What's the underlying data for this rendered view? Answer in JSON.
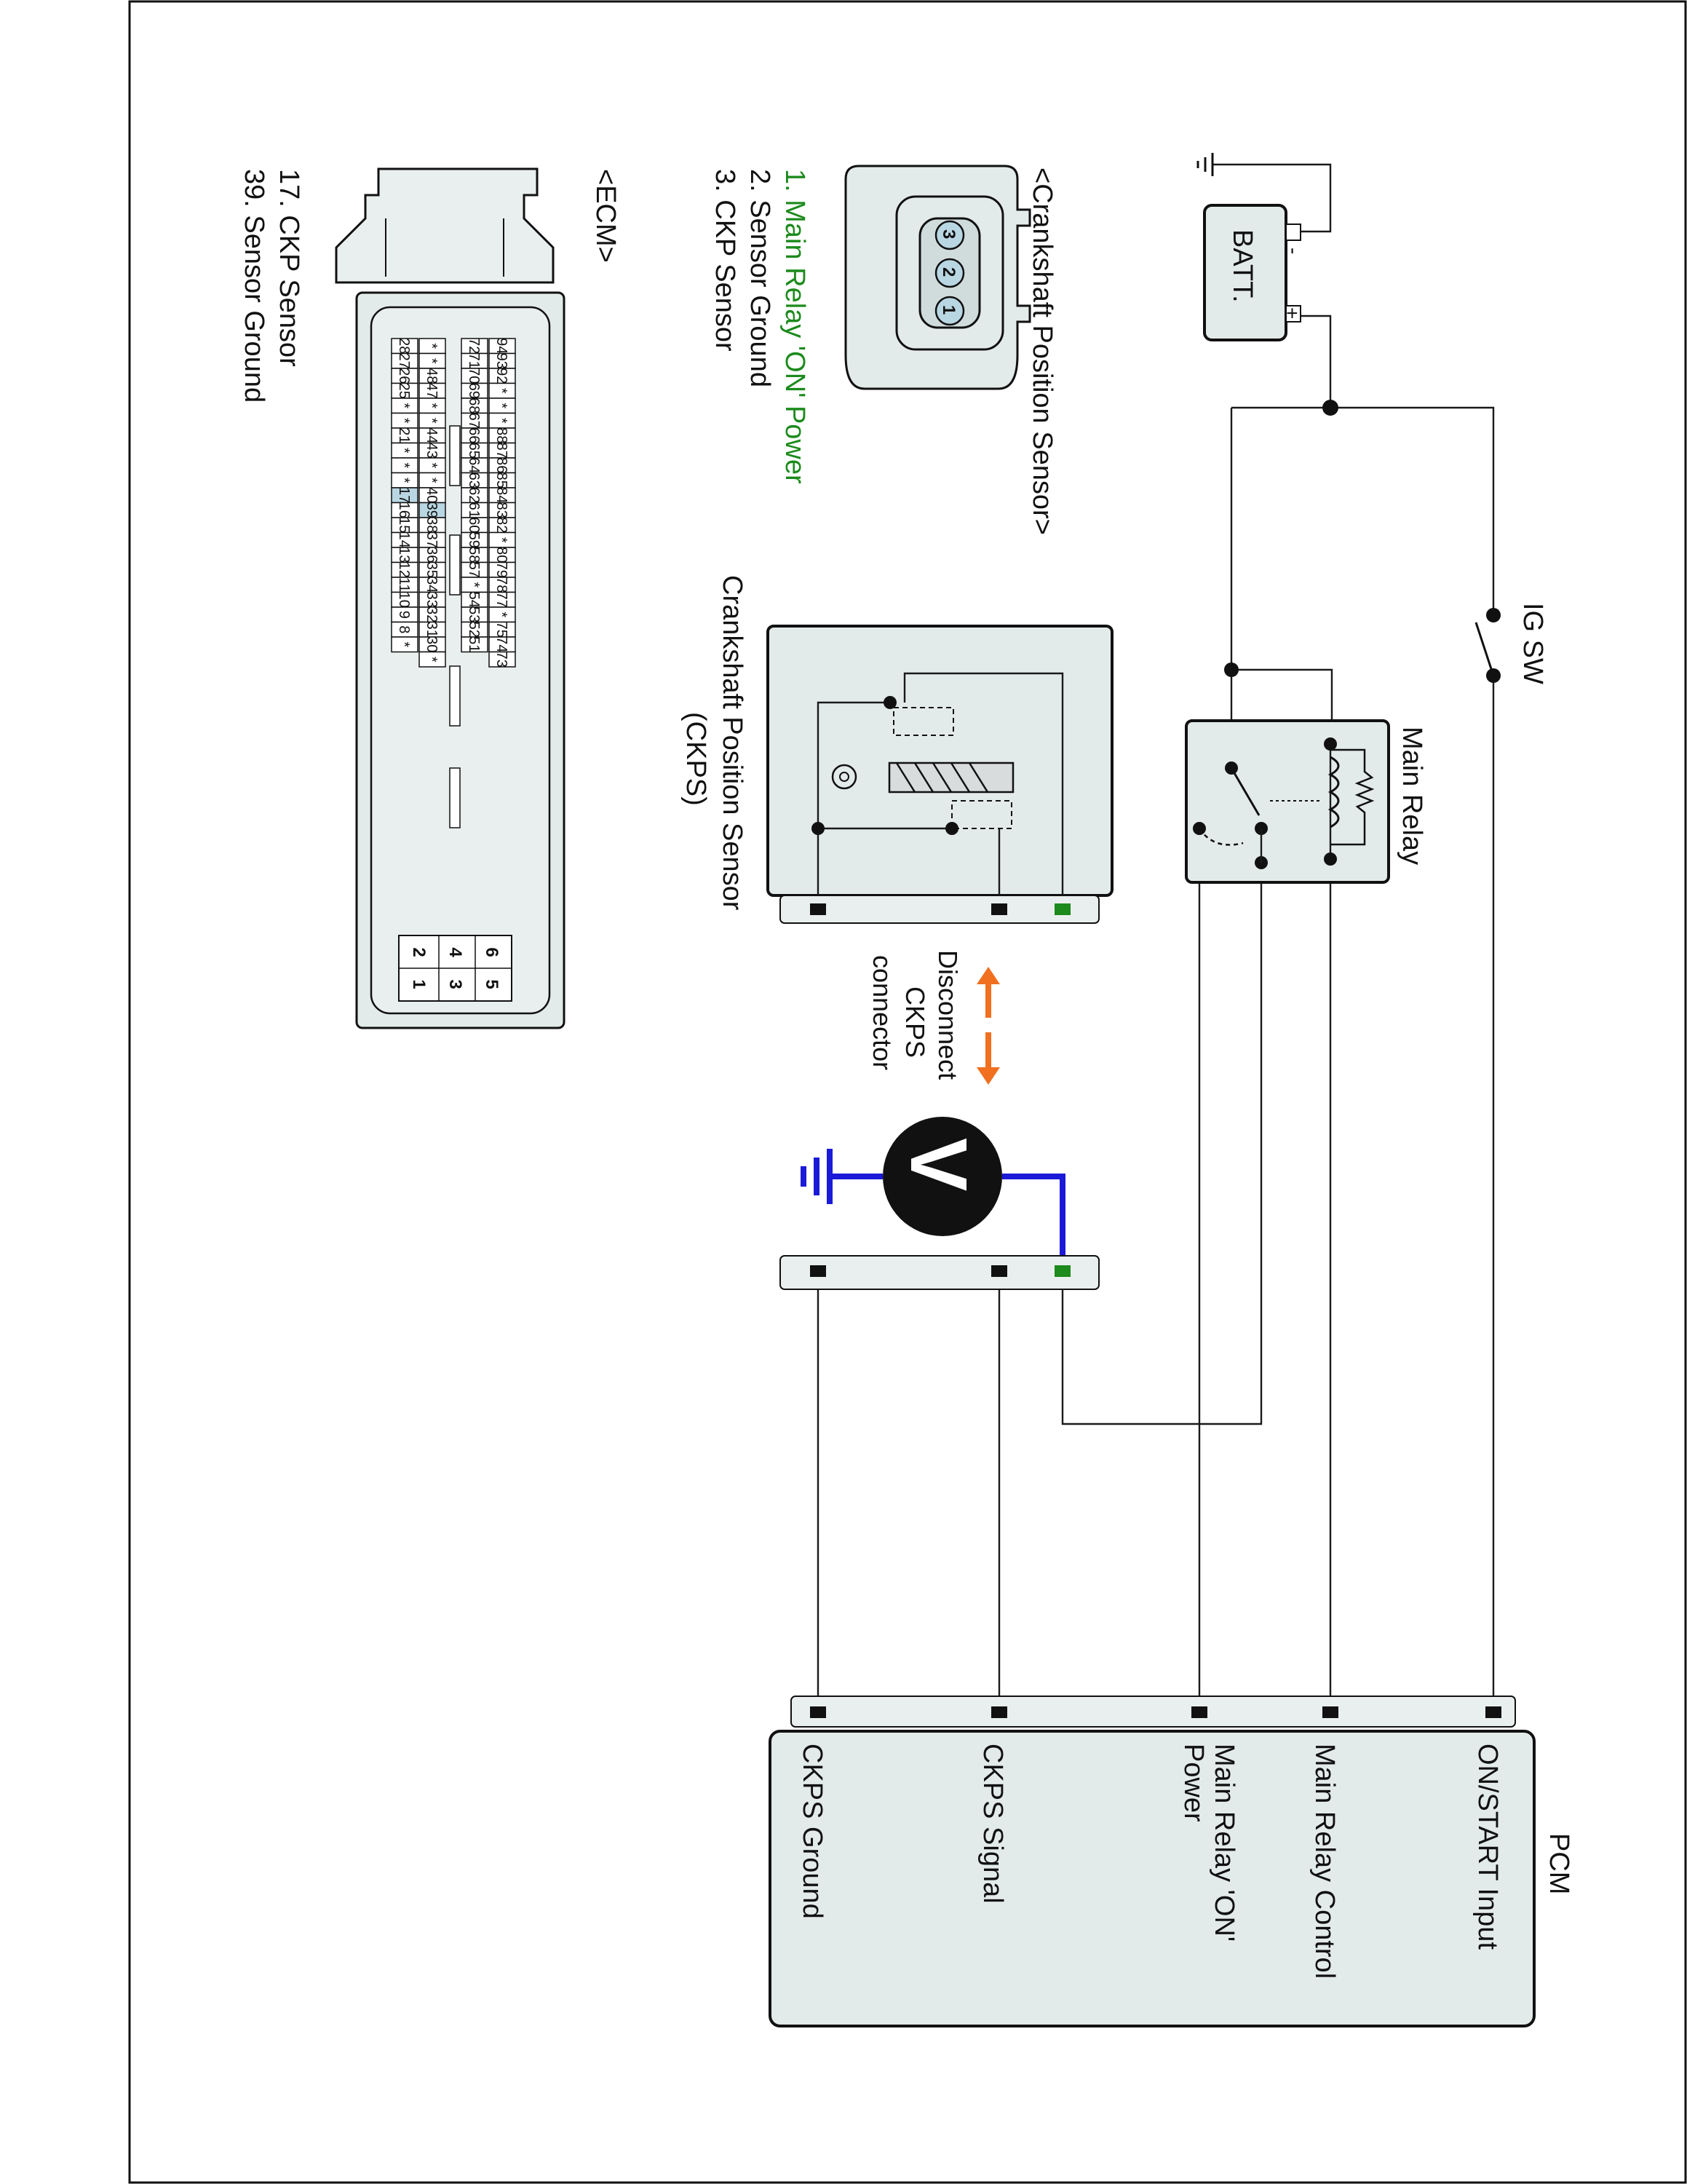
{
  "ckps_connector": {
    "title": "<Crankshaft Position Sensor>",
    "pins": [
      "3",
      "2",
      "1"
    ],
    "legend": [
      "1. Main Relay 'ON' Power",
      "2. Sensor Ground",
      "3. CKP Sensor"
    ]
  },
  "ecm_connector": {
    "title": "<ECM>",
    "legend": [
      "17. CKP Sensor",
      "39. Sensor Ground"
    ],
    "row_a": [
      "94",
      "93",
      "92",
      "*",
      "*",
      "*",
      "88",
      "87",
      "86",
      "85",
      "84",
      "83",
      "82",
      "*",
      "80",
      "79",
      "78",
      "77",
      "*",
      "75",
      "74",
      "73"
    ],
    "row_b": [
      "72",
      "71",
      "70",
      "69",
      "68",
      "67",
      "66",
      "65",
      "64",
      "63",
      "62",
      "61",
      "60",
      "59",
      "58",
      "57",
      "*",
      "54",
      "53",
      "52",
      "51"
    ],
    "row_c": [
      "*",
      "*",
      "48",
      "47",
      "*",
      "*",
      "44",
      "43",
      "*",
      "*",
      "40",
      "39",
      "38",
      "37",
      "36",
      "35",
      "34",
      "33",
      "32",
      "31",
      "30",
      "*"
    ],
    "row_d": [
      "28",
      "27",
      "26",
      "25",
      "*",
      "*",
      "21",
      "*",
      "*",
      "*",
      "17",
      "16",
      "15",
      "14",
      "13",
      "12",
      "11",
      "10",
      "9",
      "8",
      "*"
    ],
    "small_block": [
      "6",
      "5",
      "4",
      "3",
      "2",
      "1"
    ]
  },
  "battery": {
    "label": "BATT.",
    "plus": "+",
    "minus": "-"
  },
  "ig_switch": {
    "label": "IG SW"
  },
  "main_relay": {
    "label": "Main Relay"
  },
  "sensor_block": {
    "label_line1": "Crankshaft Position Sensor",
    "label_line2": "(CKPS)"
  },
  "annotation": {
    "line1": "Disconnect",
    "line2": "CKPS",
    "line3": "connector"
  },
  "voltmeter": {
    "symbol": "V"
  },
  "pcm": {
    "title": "PCM",
    "terminals": [
      "ON/START Input",
      "Main Relay Control",
      "Main Relay 'ON'",
      "Power",
      "CKPS Signal",
      "CKPS Ground"
    ]
  },
  "colors": {
    "green": "#1c8a1c",
    "blue": "#1a1ad8",
    "orange": "#f07020",
    "highlight": "#b9d7e2"
  }
}
